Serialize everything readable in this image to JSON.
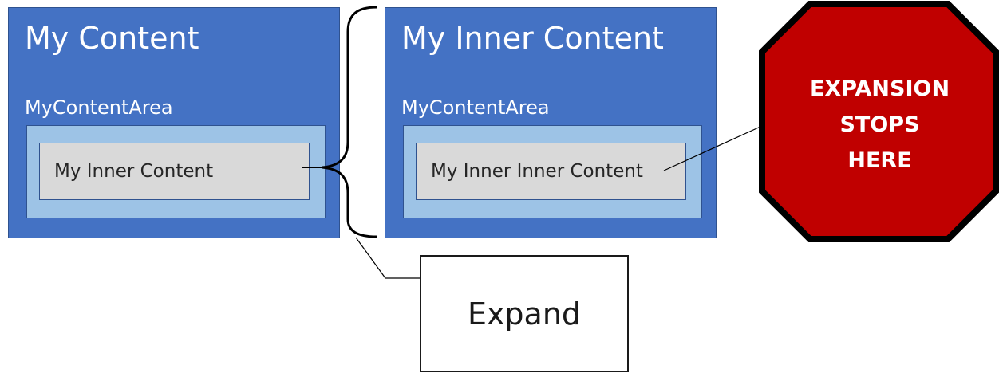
{
  "left_panel": {
    "title": "My Content",
    "area_label": "MyContentArea",
    "inner_label": "My Inner Content"
  },
  "right_panel": {
    "title": "My Inner Content",
    "area_label": "MyContentArea",
    "inner_label": "My Inner Inner Content"
  },
  "stop_sign": {
    "lines": [
      "EXPANSION",
      "STOPS",
      "HERE"
    ]
  },
  "expand_callout": {
    "label": "Expand"
  },
  "colors": {
    "panel_blue": "#4472c4",
    "area_light_blue": "#9dc3e6",
    "inner_gray": "#d9d9d9",
    "stop_red": "#c00000"
  }
}
